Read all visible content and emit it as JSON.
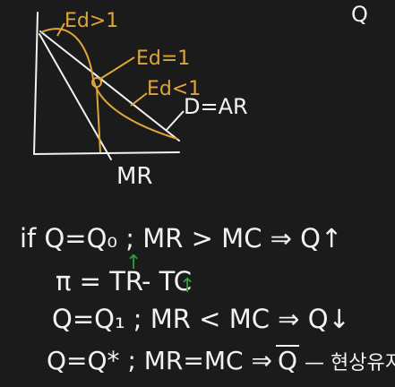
{
  "corner_label": "Q",
  "graph": {
    "elasticity_labels": [
      "Ed>1",
      "Ed=1",
      "Ed<1"
    ],
    "demand_label": "D=AR",
    "mr_label": "MR",
    "colors": {
      "ink": "#f2f2f2",
      "orange": "#e0a53a",
      "green": "#2f9e3f",
      "board": "#1b1b1b"
    }
  },
  "notes": {
    "line1": "if Q=Q₀ ;  MR > MC ⇒ Q↑",
    "line2_left": "π = TR",
    "line2_mid": " - TC",
    "line2_up_arrow": "↑",
    "line3": "Q=Q₁ ;  MR < MC ⇒ Q↓",
    "line4_left": "Q=Q* ;  MR=MC ⇒",
    "line4_q": "Q",
    "line4_right": "— 현상유지"
  }
}
